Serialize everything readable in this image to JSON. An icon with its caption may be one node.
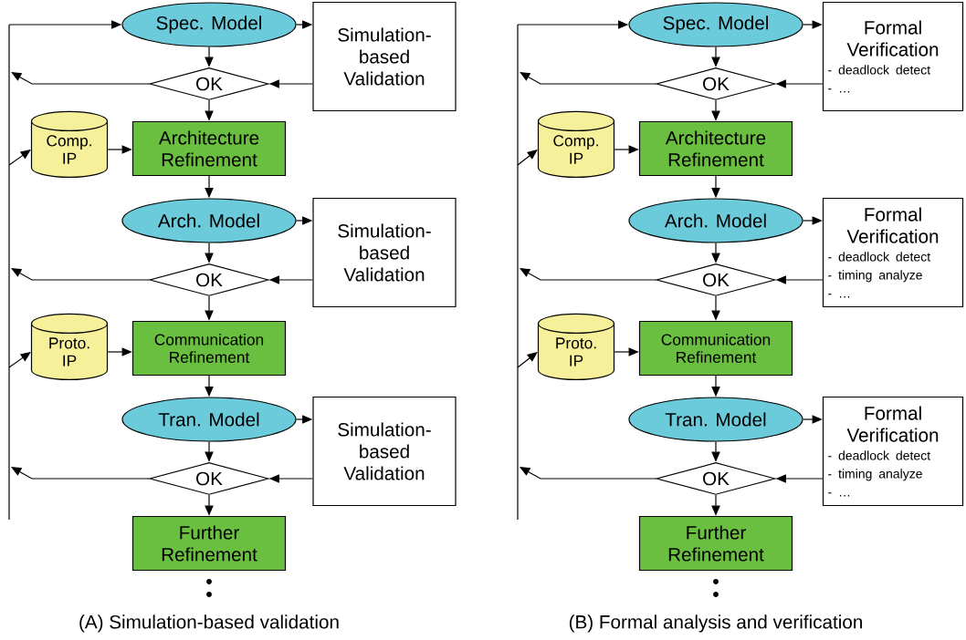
{
  "diagram": {
    "nodes": [
      {
        "text": [
          "Spec. Model"
        ]
      },
      {
        "text": [
          "Simulation-based Validation"
        ]
      },
      {
        "text": [
          "OK"
        ]
      },
      {
        "text": [
          "Comp. IP"
        ]
      },
      {
        "text": [
          "Architecture Refinement"
        ]
      },
      {
        "text": [
          "Arch. Model"
        ]
      },
      {
        "text": [
          "Simulation-based Validation"
        ]
      },
      {
        "text": [
          "OK"
        ]
      },
      {
        "text": [
          "Proto. IP"
        ]
      },
      {
        "text": [
          "Communication Refinement"
        ]
      },
      {
        "text": [
          "Tran. Model"
        ]
      },
      {
        "text": [
          "Simulation-based Validation"
        ]
      },
      {
        "text": [
          "OK"
        ]
      },
      {
        "text": [
          "Further Refinement"
        ]
      },
      {
        "text": [
          "Spec. Model"
        ]
      },
      {
        "text": [
          "Formal Verification",
          "- deadlock detect",
          "- …"
        ]
      },
      {
        "text": [
          "OK"
        ]
      },
      {
        "text": [
          "Comp. IP"
        ]
      },
      {
        "text": [
          "Architecture Refinement"
        ]
      },
      {
        "text": [
          "Arch. Model"
        ]
      },
      {
        "text": [
          "Formal Verification",
          "- deadlock detect",
          "- timing analyze",
          "- …"
        ]
      },
      {
        "text": [
          "OK"
        ]
      },
      {
        "text": [
          "Proto. IP"
        ]
      },
      {
        "text": [
          "Communication Refinement"
        ]
      },
      {
        "text": [
          "Tran. Model"
        ]
      },
      {
        "text": [
          "Formal Verification",
          "- deadlock detect",
          "- timing analyze",
          "- …"
        ]
      },
      {
        "text": [
          "OK"
        ]
      },
      {
        "text": [
          "Further Refinement"
        ]
      }
    ],
    "edges": [
      {
        "from": null,
        "to": 0,
        "arrow": "to"
      },
      {
        "from": 0,
        "to": 1,
        "arrow": "to"
      },
      {
        "from": 0,
        "to": 2,
        "arrow": "to"
      },
      {
        "from": 1,
        "to": 2,
        "arrow": "to"
      },
      {
        "from": 2,
        "to": null,
        "arrow": "to"
      },
      {
        "from": 2,
        "to": 4,
        "arrow": "to"
      },
      {
        "from": null,
        "to": 3,
        "arrow": "to"
      },
      {
        "from": 3,
        "to": 4,
        "arrow": "to"
      },
      {
        "from": 4,
        "to": 5,
        "arrow": "to"
      },
      {
        "from": 5,
        "to": 6,
        "arrow": "to"
      },
      {
        "from": 5,
        "to": 7,
        "arrow": "to"
      },
      {
        "from": 6,
        "to": 7,
        "arrow": "to"
      },
      {
        "from": 7,
        "to": null,
        "arrow": "to"
      },
      {
        "from": 7,
        "to": 9,
        "arrow": "to"
      },
      {
        "from": null,
        "to": 8,
        "arrow": "to"
      },
      {
        "from": 8,
        "to": 9,
        "arrow": "to"
      },
      {
        "from": 9,
        "to": 10,
        "arrow": "to"
      },
      {
        "from": 10,
        "to": 11,
        "arrow": "to"
      },
      {
        "from": 10,
        "to": 12,
        "arrow": "to"
      },
      {
        "from": 11,
        "to": 12,
        "arrow": "to"
      },
      {
        "from": 12,
        "to": null,
        "arrow": "to"
      },
      {
        "from": 12,
        "to": 13,
        "arrow": "to"
      },
      {
        "from": null,
        "to": 14,
        "arrow": "to"
      },
      {
        "from": 14,
        "to": 15,
        "arrow": "to"
      },
      {
        "from": 14,
        "to": 16,
        "arrow": "to"
      },
      {
        "from": 15,
        "to": 16,
        "arrow": "to"
      },
      {
        "from": 16,
        "to": null,
        "arrow": "to"
      },
      {
        "from": 16,
        "to": 18,
        "arrow": "to"
      },
      {
        "from": null,
        "to": 17,
        "arrow": "to"
      },
      {
        "from": 17,
        "to": 18,
        "arrow": "to"
      },
      {
        "from": 18,
        "to": 19,
        "arrow": "to"
      },
      {
        "from": 19,
        "to": 20,
        "arrow": "to"
      },
      {
        "from": 19,
        "to": 21,
        "arrow": "to"
      },
      {
        "from": 20,
        "to": 21,
        "arrow": "to"
      },
      {
        "from": 21,
        "to": null,
        "arrow": "to"
      },
      {
        "from": 21,
        "to": 23,
        "arrow": "to"
      },
      {
        "from": null,
        "to": 22,
        "arrow": "to"
      },
      {
        "from": 22,
        "to": 23,
        "arrow": "to"
      },
      {
        "from": 23,
        "to": 24,
        "arrow": "to"
      },
      {
        "from": 24,
        "to": 25,
        "arrow": "to"
      },
      {
        "from": 24,
        "to": 26,
        "arrow": "to"
      },
      {
        "from": 25,
        "to": 26,
        "arrow": "to"
      },
      {
        "from": 26,
        "to": null,
        "arrow": "to"
      },
      {
        "from": 26,
        "to": 27,
        "arrow": "to"
      }
    ],
    "labels": [
      "(A) Simulation-based validation",
      "(B) Formal analysis and verification"
    ]
  }
}
